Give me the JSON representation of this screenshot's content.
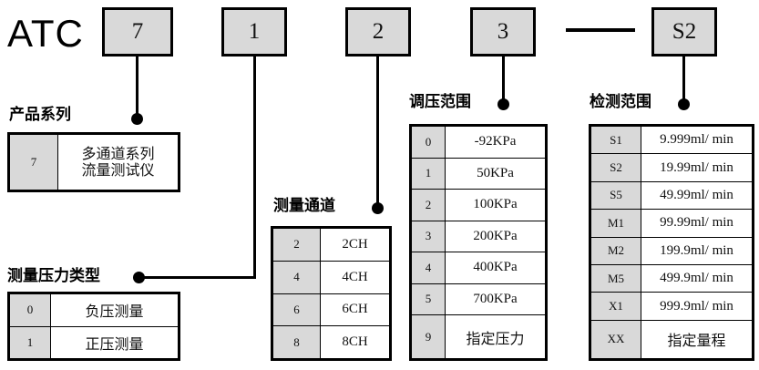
{
  "model": {
    "prefix": "ATC",
    "codes": [
      {
        "name": "series-code",
        "value": "7"
      },
      {
        "name": "pressure-type-code",
        "value": "1"
      },
      {
        "name": "channel-code",
        "value": "2"
      },
      {
        "name": "pressure-range-code",
        "value": "3"
      },
      {
        "name": "detection-range-code",
        "value": "S2"
      }
    ],
    "separator": "—"
  },
  "sections": {
    "product_series": {
      "label": "产品系列",
      "rows": [
        {
          "key": "7",
          "value": "多通道系列\n流量测试仪",
          "value_line1": "多通道系列",
          "value_line2": "流量测试仪"
        }
      ]
    },
    "pressure_type": {
      "label": "测量压力类型",
      "rows": [
        {
          "key": "0",
          "value": "负压测量"
        },
        {
          "key": "1",
          "value": "正压测量"
        }
      ]
    },
    "measurement_channel": {
      "label": "测量通道",
      "rows": [
        {
          "key": "2",
          "value": "2CH"
        },
        {
          "key": "4",
          "value": "4CH"
        },
        {
          "key": "6",
          "value": "6CH"
        },
        {
          "key": "8",
          "value": "8CH"
        }
      ]
    },
    "pressure_range": {
      "label": "调压范围",
      "rows": [
        {
          "key": "0",
          "value": "-92KPa"
        },
        {
          "key": "1",
          "value": "50KPa"
        },
        {
          "key": "2",
          "value": "100KPa"
        },
        {
          "key": "3",
          "value": "200KPa"
        },
        {
          "key": "4",
          "value": "400KPa"
        },
        {
          "key": "5",
          "value": "700KPa"
        },
        {
          "key": "9",
          "value": "指定压力"
        }
      ]
    },
    "detection_range": {
      "label": "检测范围",
      "rows": [
        {
          "key": "S1",
          "value": "9.999ml/ min"
        },
        {
          "key": "S2",
          "value": "19.99ml/ min"
        },
        {
          "key": "S5",
          "value": "49.99ml/ min"
        },
        {
          "key": "M1",
          "value": "99.99ml/ min"
        },
        {
          "key": "M2",
          "value": "199.9ml/ min"
        },
        {
          "key": "M5",
          "value": "499.9ml/ min"
        },
        {
          "key": "X1",
          "value": "999.9ml/ min"
        },
        {
          "key": "XX",
          "value": "指定量程"
        }
      ]
    }
  },
  "colors": {
    "box_fill": "#d9d9d9",
    "line": "#000000",
    "background": "#ffffff"
  }
}
